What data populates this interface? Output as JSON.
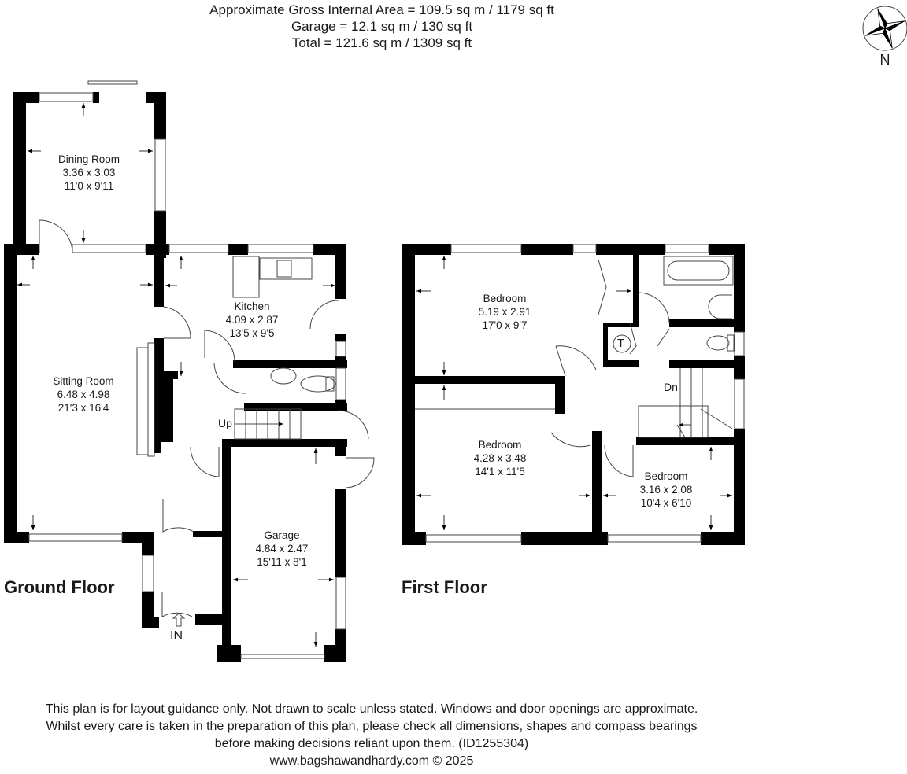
{
  "header": {
    "gross_internal_area": "Approximate Gross Internal Area = 109.5 sq m / 1179 sq ft",
    "garage_area": "Garage = 12.1 sq m / 130 sq ft",
    "total_area": "Total = 121.6 sq m / 1309 sq ft"
  },
  "compass": {
    "label": "N"
  },
  "ground_floor": {
    "title": "Ground Floor",
    "rooms": [
      {
        "name": "Dining Room",
        "metric": "3.36 x 3.03",
        "imperial": "11'0 x 9'11"
      },
      {
        "name": "Kitchen",
        "metric": "4.09 x 2.87",
        "imperial": "13'5 x 9'5"
      },
      {
        "name": "Sitting Room",
        "metric": "6.48 x 4.98",
        "imperial": "21'3 x 16'4"
      },
      {
        "name": "Garage",
        "metric": "4.84 x 2.47",
        "imperial": "15'11 x 8'1"
      }
    ],
    "stairs_label": "Up",
    "entrance_label": "IN"
  },
  "first_floor": {
    "title": "First Floor",
    "rooms": [
      {
        "name": "Bedroom",
        "metric": "5.19 x 2.91",
        "imperial": "17'0 x 9'7"
      },
      {
        "name": "Bedroom",
        "metric": "4.28 x 3.48",
        "imperial": "14'1 x 11'5"
      },
      {
        "name": "Bedroom",
        "metric": "3.16 x 2.08",
        "imperial": "10'4 x 6'10"
      }
    ],
    "stairs_label": "Dn",
    "tank_label": "T"
  },
  "footer": {
    "line1": "This plan is for layout guidance only. Not drawn to scale unless stated. Windows and door openings are approximate.",
    "line2": "Whilst every care is taken in the preparation of this plan, please check all dimensions, shapes and compass bearings",
    "line3": "before making decisions reliant upon them. (ID1255304)",
    "line4": "www.bagshawandhardy.com © 2025"
  },
  "colors": {
    "wall": "#000000",
    "line": "#555555",
    "background": "#ffffff"
  }
}
